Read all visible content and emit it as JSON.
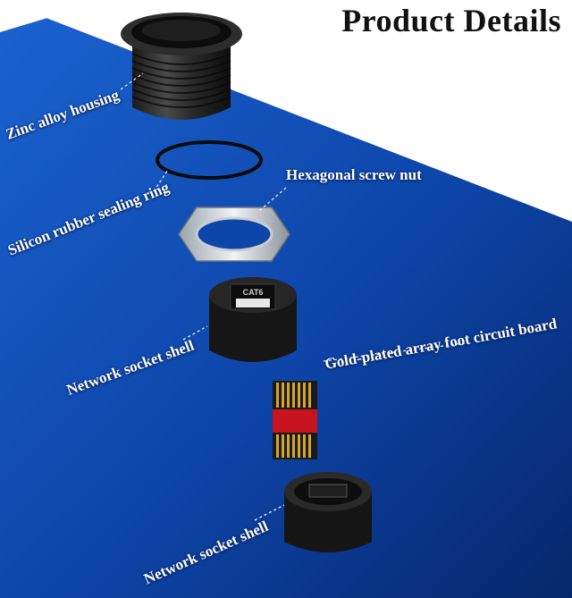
{
  "title": "Product Details",
  "labels": {
    "zinc_housing": "Zinc alloy housing",
    "sealing_ring": "Silicon rubber sealing ring",
    "screw_nut": "Hexagonal screw nut",
    "socket_shell_top": "Network socket shell",
    "circuit_board": "Gold-plated array foot circuit board",
    "socket_shell_bottom": "Network socket shell"
  },
  "socket_marking": "CAT6",
  "colors": {
    "background_blue": "#0d45a8",
    "title": "#111111",
    "label_text": "#ffffff",
    "board_red": "#c8141e",
    "gold": "#d4a52a"
  }
}
